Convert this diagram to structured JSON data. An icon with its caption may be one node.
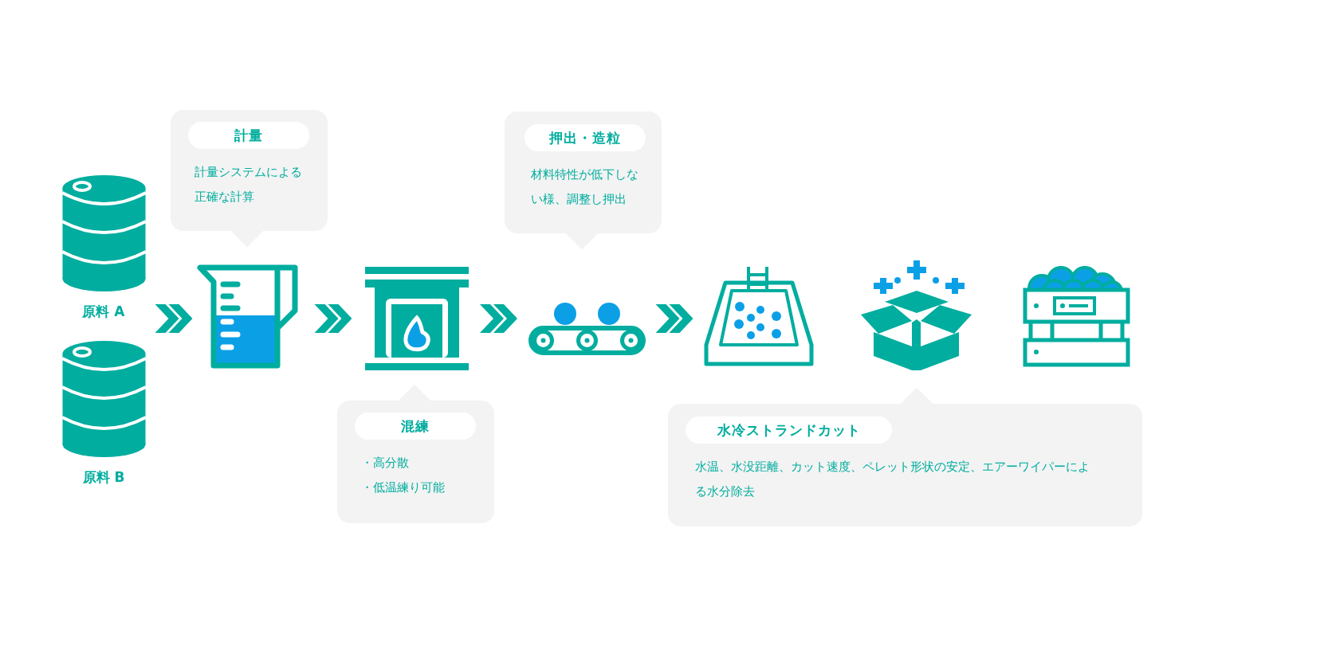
{
  "diagram": {
    "nodes": [
      {
        "text": [
          "原料 A"
        ]
      },
      {
        "text": [
          "原料 B"
        ]
      },
      {
        "text": [
          "計量",
          "計量システムによる正確な計算"
        ]
      },
      {
        "text": [],
        "shape": "picture"
      },
      {
        "text": [],
        "shape": "picture"
      },
      {
        "text": [
          "混練",
          "・高分散",
          "・低温練り可能"
        ]
      },
      {
        "text": [
          "押出・造粒",
          "材料特性が低下しない様、調整し押出"
        ]
      },
      {
        "text": [],
        "shape": "picture"
      },
      {
        "text": [],
        "shape": "picture"
      },
      {
        "text": [],
        "shape": "picture"
      },
      {
        "text": [],
        "shape": "picture"
      },
      {
        "text": [
          "水冷ストランドカット",
          "水温、水没距離、カット速度、ペレット形状の安定、エアーワイパーによる水分除去"
        ]
      }
    ],
    "edges": [
      {
        "from": 0,
        "to": 3,
        "arrow": "to"
      },
      {
        "from": 1,
        "to": 3,
        "arrow": "to"
      },
      {
        "from": 3,
        "to": 4,
        "arrow": "to"
      },
      {
        "from": 4,
        "to": 7,
        "arrow": "to"
      },
      {
        "from": 7,
        "to": 8,
        "arrow": "to"
      }
    ]
  }
}
